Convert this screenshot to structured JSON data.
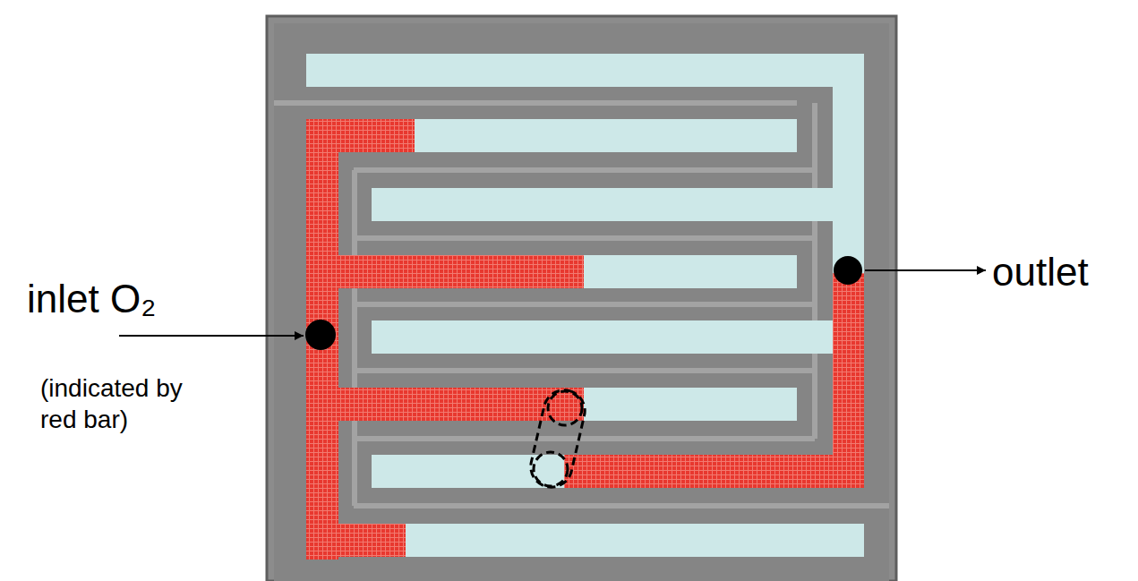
{
  "diagram": {
    "labels": [
      "inlet O₂",
      "(indicated by red bar)",
      "outlet"
    ]
  }
}
